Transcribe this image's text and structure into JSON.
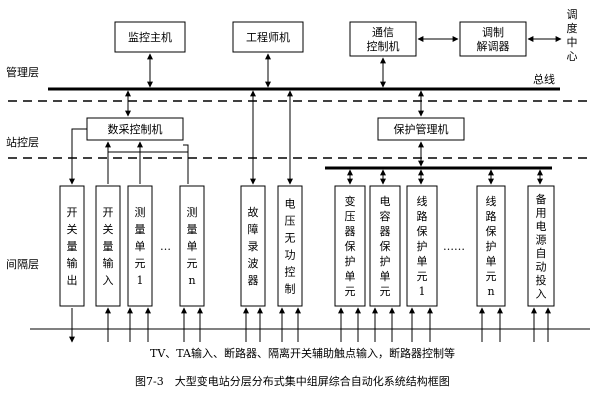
{
  "layers": {
    "management": "管理层",
    "station": "站控层",
    "bay": "间隔层"
  },
  "bus_label": "总线",
  "top_boxes": {
    "monitor_host": "监控主机",
    "engineer": "工程师机",
    "comm_ctrl_1": "通信",
    "comm_ctrl_2": "控制机",
    "modem_1": "调制",
    "modem_2": "解调器",
    "dispatch": [
      "调",
      "度",
      "中",
      "心"
    ]
  },
  "station_boxes": {
    "data_acq": "数采控制机",
    "protection_mgr": "保护管理机"
  },
  "bay_units": [
    {
      "id": "switch-output",
      "chars": [
        "开",
        "关",
        "量",
        "输",
        "出"
      ]
    },
    {
      "id": "switch-input",
      "chars": [
        "开",
        "关",
        "量",
        "输",
        "入"
      ]
    },
    {
      "id": "measure-1",
      "chars": [
        "测",
        "量",
        "单",
        "元",
        "1"
      ]
    },
    {
      "id": "measure-n",
      "chars": [
        "测",
        "量",
        "单",
        "元",
        "n"
      ]
    },
    {
      "id": "fault-recorder",
      "chars": [
        "故",
        "障",
        "录",
        "波",
        "器"
      ]
    },
    {
      "id": "vq-control",
      "chars": [
        "电",
        "压",
        "无",
        "功",
        "控",
        "制"
      ]
    },
    {
      "id": "transformer-protect",
      "chars": [
        "变",
        "压",
        "器",
        "保",
        "护",
        "单",
        "元"
      ]
    },
    {
      "id": "capacitor-protect",
      "chars": [
        "电",
        "容",
        "器",
        "保",
        "护",
        "单",
        "元"
      ]
    },
    {
      "id": "line-protect-1",
      "chars": [
        "线",
        "路",
        "保",
        "护",
        "单",
        "元",
        "1"
      ]
    },
    {
      "id": "line-protect-n",
      "chars": [
        "线",
        "路",
        "保",
        "护",
        "单",
        "元",
        "n"
      ]
    },
    {
      "id": "backup-power",
      "chars": [
        "备",
        "用",
        "电",
        "源",
        "自",
        "动",
        "投",
        "入"
      ]
    }
  ],
  "ellipsis_1": "…",
  "ellipsis_2": "……",
  "bottom_text": "TV、TA输入、断路器、隔离开关辅助触点输入，断路器控制等",
  "caption": "图7-3　大型变电站分层分布式集中组屏综合自动化系统结构框图"
}
